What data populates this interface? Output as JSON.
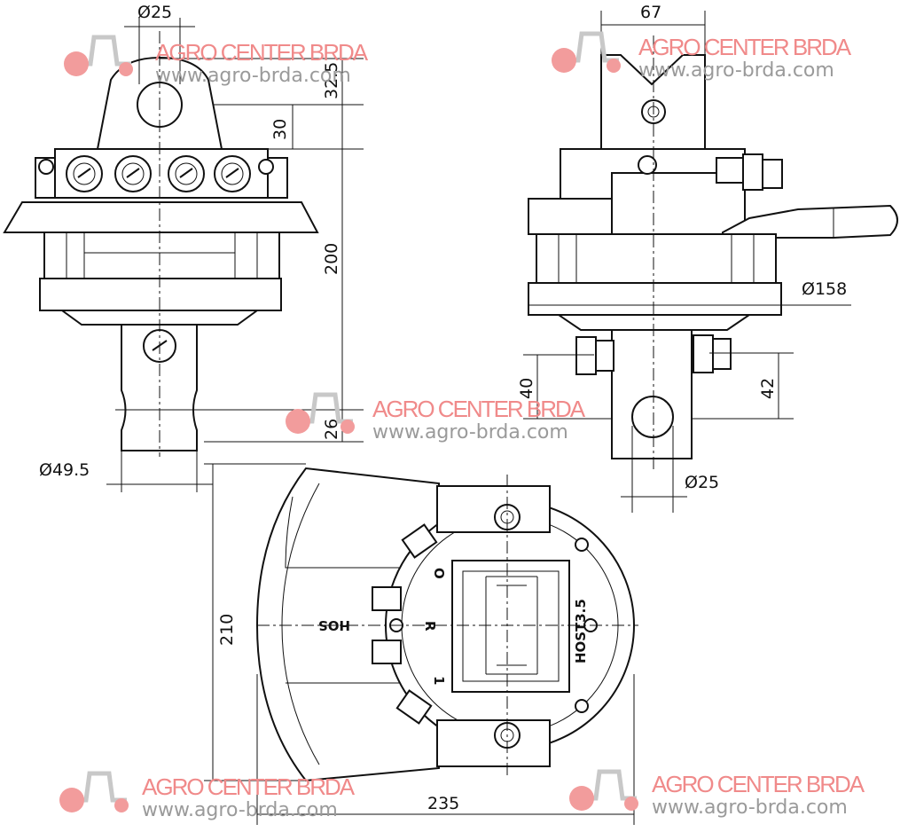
{
  "watermark": {
    "title": "AGRO CENTER BRDA",
    "url": "www.agro-brda.com",
    "title_color": "#f08a8a",
    "url_color": "#9a9a9a",
    "logo_wheel_color": "#f29c9c",
    "logo_body_color": "#c8c8c8"
  },
  "dimensions": {
    "pin_diameter_top": "Ø25",
    "height_top_upper": "32.5",
    "height_top_lower": "30",
    "total_height": "200",
    "bottom_height": "26",
    "shaft_diameter": "Ø49.5",
    "width_side": "67",
    "flange_diameter": "Ø158",
    "side_lower_left": "40",
    "side_lower_right": "42",
    "pin_diameter_side": "Ø25",
    "width_bottom": "235",
    "height_bottom": "210"
  },
  "engraving": {
    "brand_left": "HOS",
    "brand_right": "HOS",
    "model": "T3.5",
    "port_o": "O",
    "port_r": "R",
    "port_1": "1"
  }
}
